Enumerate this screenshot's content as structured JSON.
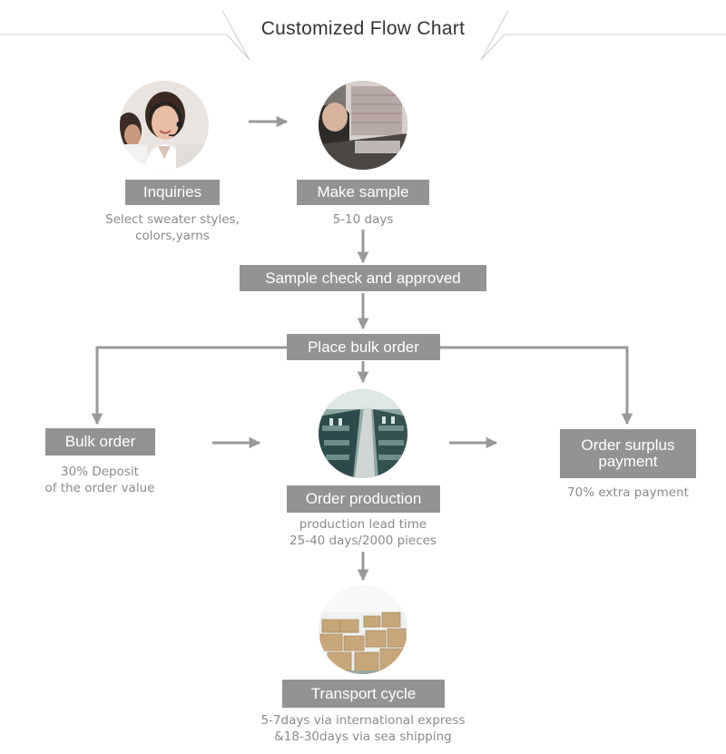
{
  "title": "Customized Flow Chart",
  "colors": {
    "box": "#939393",
    "arrow": "#999999",
    "text": "#333333",
    "note": "#8a8a8a"
  },
  "steps": {
    "inquiries": {
      "label": "Inquiries",
      "notes": [
        "Select sweater styles,",
        "colors,yarns"
      ],
      "photo": "customer-service-agent-photo"
    },
    "make_sample": {
      "label": "Make sample",
      "notes": [
        "5-10 days"
      ],
      "photo": "sample-making-photo"
    },
    "sample_check": {
      "label": "Sample check and approved"
    },
    "place_order": {
      "label": "Place bulk order"
    },
    "bulk_order": {
      "label": "Bulk order",
      "notes": [
        "30% Deposit",
        "of the order value"
      ]
    },
    "production": {
      "label": "Order production",
      "notes": [
        "production lead time",
        "25-40 days/2000 pieces"
      ],
      "photo": "knitting-factory-photo"
    },
    "surplus": {
      "label": [
        "Order surplus",
        "payment"
      ],
      "notes": [
        "70% extra payment"
      ]
    },
    "transport": {
      "label": "Transport cycle",
      "notes": [
        "5-7days via international express",
        "&18-30days via sea shipping"
      ],
      "photo": "warehouse-cartons-photo"
    }
  }
}
